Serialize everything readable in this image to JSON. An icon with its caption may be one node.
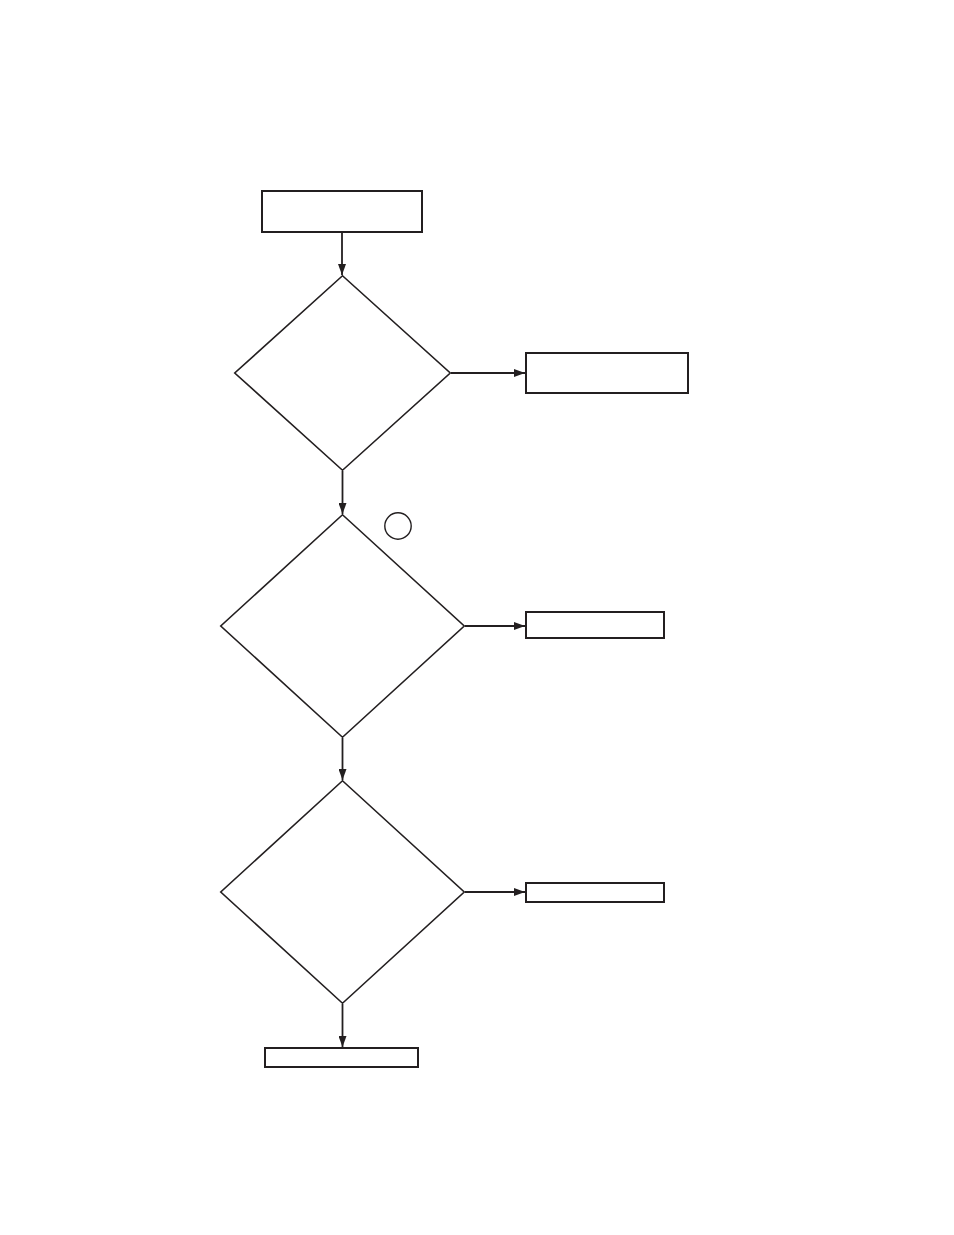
{
  "diagram": {
    "nodes": [
      {
        "text": [],
        "shape": "box"
      },
      {
        "text": [],
        "shape": "diamond"
      },
      {
        "text": [],
        "shape": "box"
      },
      {
        "text": [],
        "shape": "circle"
      },
      {
        "text": [],
        "shape": "diamond"
      },
      {
        "text": [],
        "shape": "box"
      },
      {
        "text": [],
        "shape": "diamond"
      },
      {
        "text": [],
        "shape": "box"
      },
      {
        "text": [],
        "shape": "box"
      }
    ],
    "edges": [
      {
        "from": 0,
        "to": 1,
        "arrow": "to"
      },
      {
        "from": 1,
        "to": 2,
        "arrow": "to"
      },
      {
        "from": 1,
        "to": 4,
        "arrow": "to"
      },
      {
        "from": 4,
        "to": 5,
        "arrow": "to"
      },
      {
        "from": 4,
        "to": 6,
        "arrow": "to"
      },
      {
        "from": 6,
        "to": 7,
        "arrow": "to"
      },
      {
        "from": 6,
        "to": 8,
        "arrow": "to"
      }
    ]
  }
}
